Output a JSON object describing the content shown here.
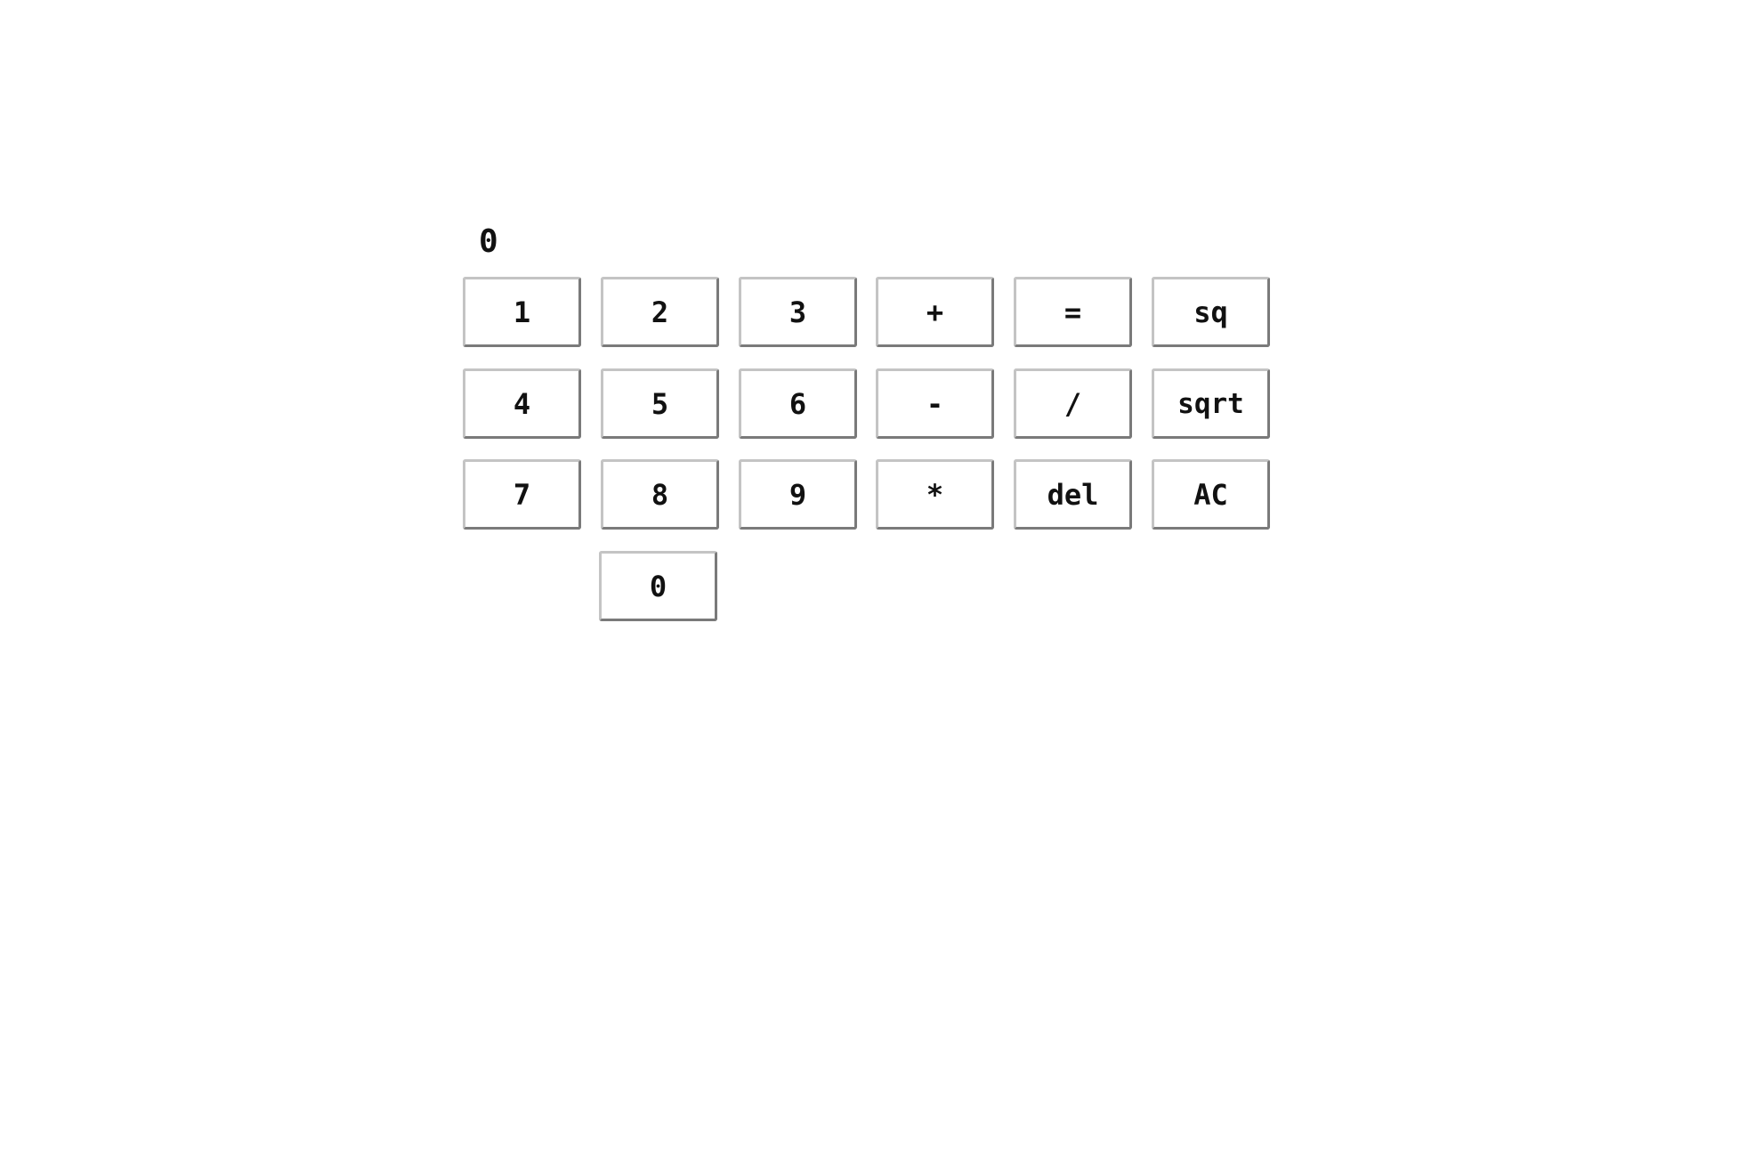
{
  "display": {
    "value": "0"
  },
  "keys": {
    "one": "1",
    "two": "2",
    "three": "3",
    "plus": "+",
    "equals": "=",
    "square": "sq",
    "four": "4",
    "five": "5",
    "six": "6",
    "minus": "-",
    "divide": "/",
    "sqrt": "sqrt",
    "seven": "7",
    "eight": "8",
    "nine": "9",
    "multiply": "*",
    "delete": "del",
    "clear": "AC",
    "zero": "0"
  }
}
